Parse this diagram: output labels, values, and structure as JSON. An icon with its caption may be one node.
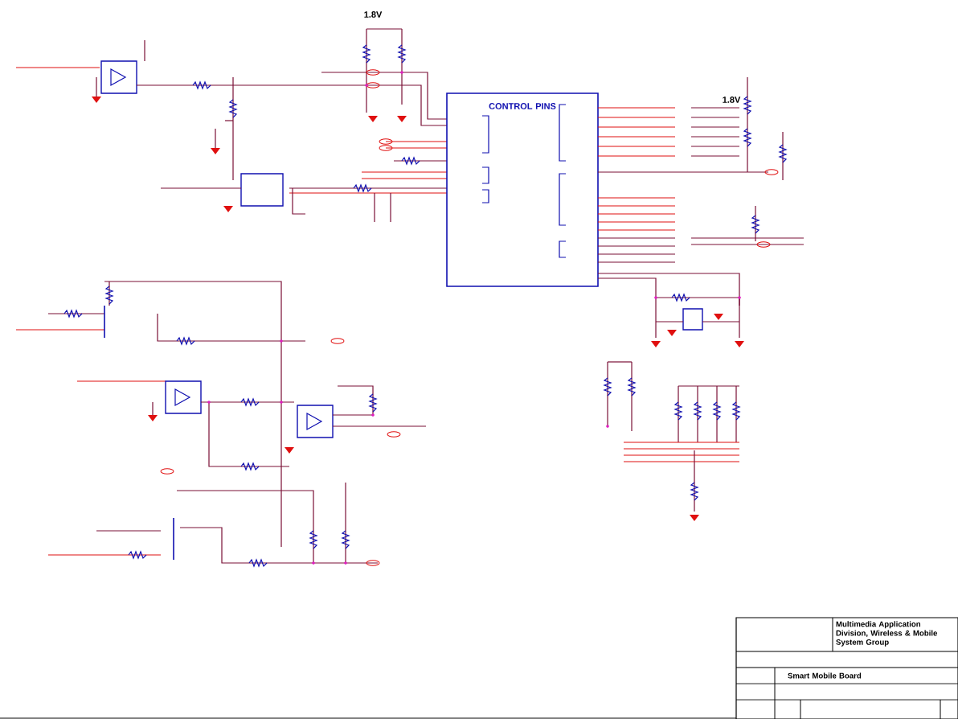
{
  "diagram": {
    "nodes": [
      {
        "text": [
          "CONTROL PINS"
        ]
      },
      {
        "text": [
          "Multimedia Application Division, Wireless & Mobile System Group"
        ]
      },
      {
        "text": [
          "Smart Mobile Board"
        ]
      }
    ],
    "labels": [
      "1.8V",
      "1.8V"
    ]
  }
}
